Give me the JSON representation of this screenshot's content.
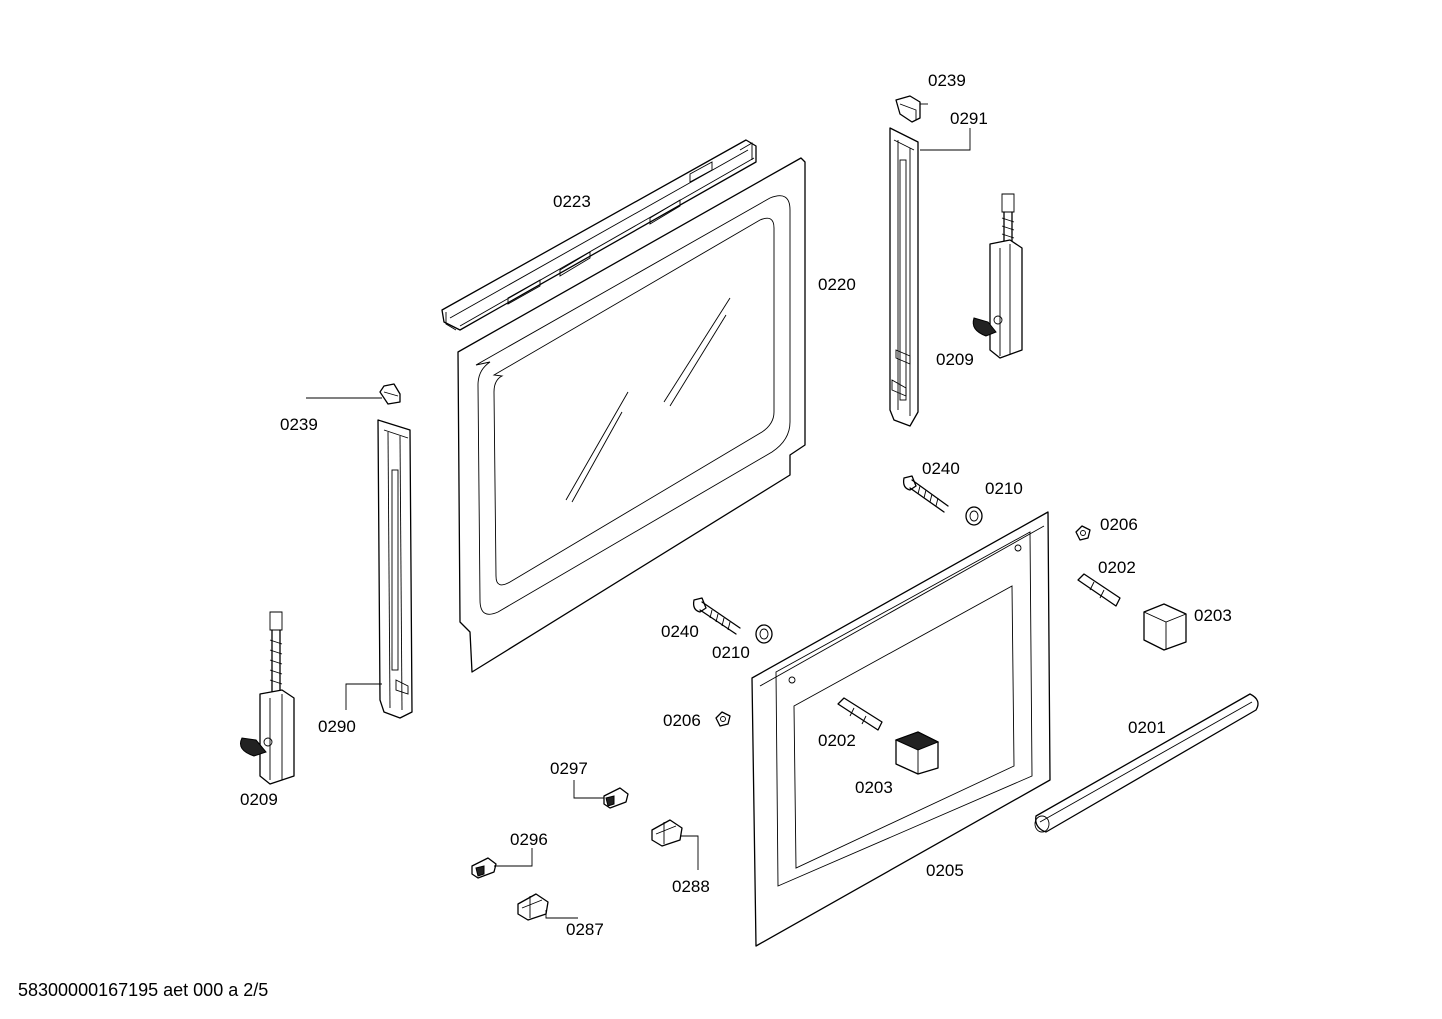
{
  "diagram": {
    "labels": {
      "l0239_top": "0239",
      "l0291": "0291",
      "l0223": "0223",
      "l0220": "0220",
      "l0209_right": "0209",
      "l0239_left": "0239",
      "l0240_top": "0240",
      "l0210_top": "0210",
      "l0206_right": "0206",
      "l0202_right": "0202",
      "l0203_right": "0203",
      "l0240_mid": "0240",
      "l0210_mid": "0210",
      "l0206_mid": "0206",
      "l0202_mid": "0202",
      "l0203_mid": "0203",
      "l0201": "0201",
      "l0290": "0290",
      "l0209_left": "0209",
      "l0297": "0297",
      "l0296": "0296",
      "l0288": "0288",
      "l0287": "0287",
      "l0205": "0205"
    }
  },
  "footer": {
    "text": "58300000167195 aet 000 a 2/5"
  }
}
